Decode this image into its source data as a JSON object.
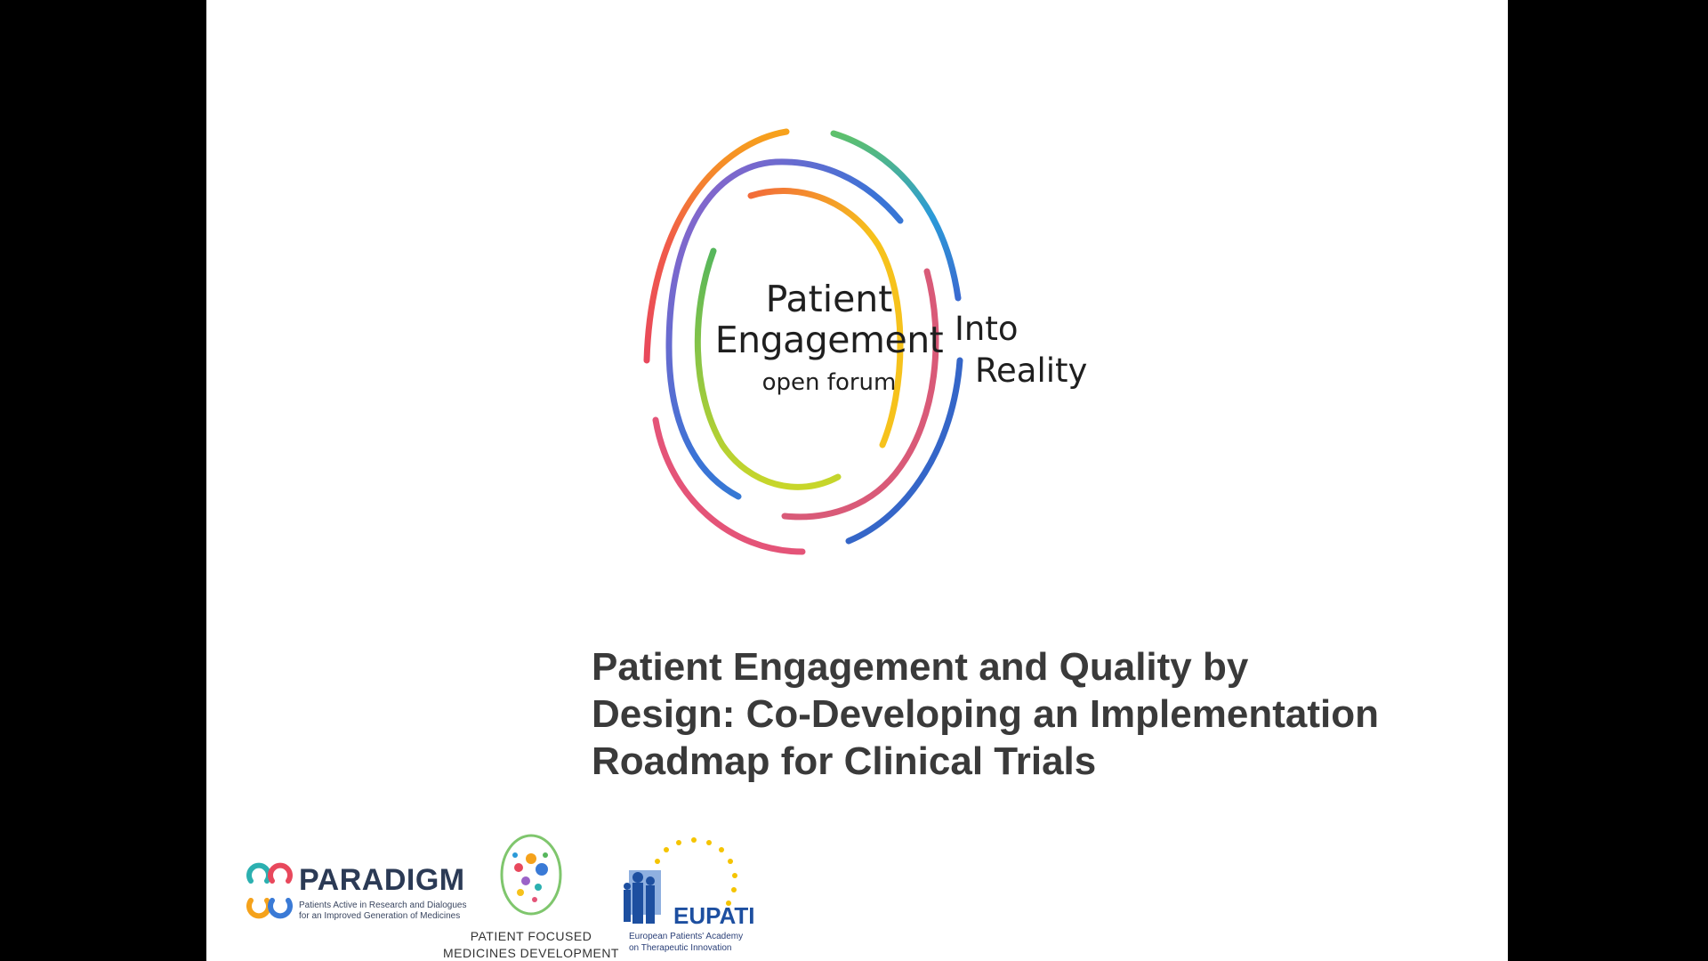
{
  "logo": {
    "line1": "Patient",
    "line2": "Engagement",
    "line3": "open forum",
    "tagline1": "Into",
    "tagline2": "Reality"
  },
  "title_lines": [
    "Patient Engagement and Quality by",
    "Design: Co-Developing an Implementation",
    "Roadmap for Clinical Trials"
  ],
  "partners": {
    "paradigm": {
      "name": "PARADIGM",
      "sub1": "Patients Active in Research and Dialogues",
      "sub2": "for an Improved Generation of Medicines"
    },
    "pfmd": {
      "line1": "PATIENT FOCUSED",
      "line2": "MEDICINES DEVELOPMENT"
    },
    "eupati": {
      "name": "EUPATI",
      "sub1": "European Patients' Academy",
      "sub2": "on Therapeutic Innovation"
    }
  },
  "colors": {
    "title": "#3a3a3a",
    "paradigm_text": "#2b3a55",
    "eupati_blue": "#1d4fa0",
    "eupati_star": "#f5c400"
  },
  "icons": [
    "ring-arc-icon",
    "paradigm-rings-icon",
    "pfmd-dots-icon",
    "eupati-figures-icon",
    "eupati-stars-icon"
  ]
}
